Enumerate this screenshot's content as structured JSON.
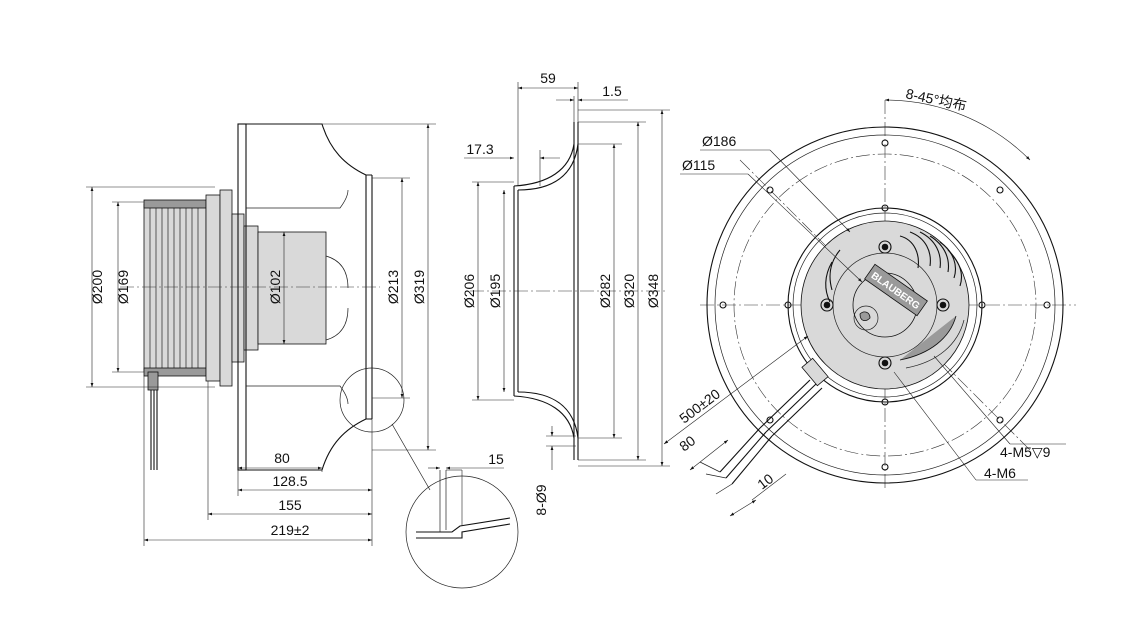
{
  "labels": {
    "d200": "Ø200",
    "d169": "Ø169",
    "d102": "Ø102",
    "d213": "Ø213",
    "d319": "Ø319",
    "w80": "80",
    "w128": "128.5",
    "w155": "155",
    "w219": "219±2",
    "w15": "15",
    "w59": "59",
    "w15b": "1.5",
    "w173": "17.3",
    "d206": "Ø206",
    "d195": "Ø195",
    "d282": "Ø282",
    "d320": "Ø320",
    "d348": "Ø348",
    "holes8": "8-Ø9",
    "d186": "Ø186",
    "d115": "Ø115",
    "spacing": "8-45°均布",
    "cable500": "500±20",
    "cable80": "80",
    "cable10": "10",
    "m5": "4-M5▽9",
    "m6": "4-M6",
    "brand": "BLAUBERG"
  }
}
